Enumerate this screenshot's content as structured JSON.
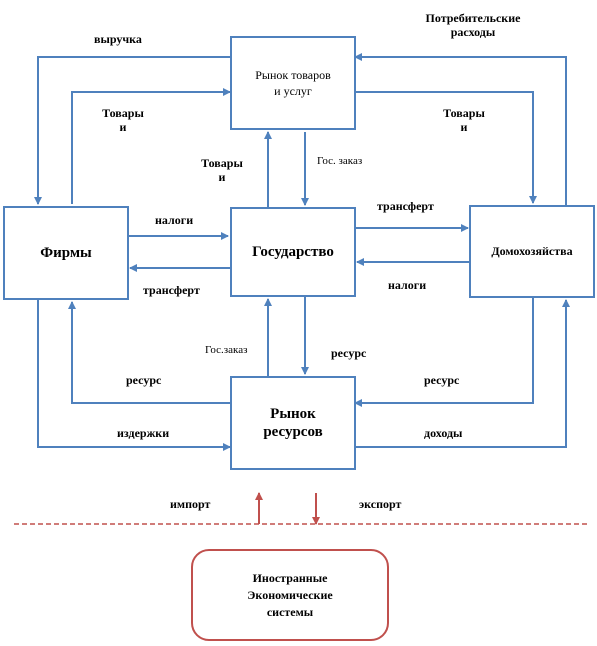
{
  "nodes": {
    "goods_market": "Рынок товаров и услуг",
    "firms": "Фирмы",
    "state": "Государство",
    "households": "Домохозяйства",
    "resource_market": "Рынок ресурсов",
    "foreign": "Иностранные Экономические системы"
  },
  "labels": {
    "revenue": "выручка",
    "consumer_spending": "Потребительские расходы",
    "goods_left": "Товары и",
    "goods_right": "Товары и",
    "goods_center": "Товары и",
    "gov_order_top": "Гос. заказ",
    "taxes_left": "налоги",
    "transfer_left": "трансферт",
    "transfer_right": "трансферт",
    "taxes_right": "налоги",
    "gov_order_bottom": "Гос.заказ",
    "resource_center": "ресурс",
    "resource_left": "ресурс",
    "resource_right": "ресурс",
    "costs": "издержки",
    "income": "доходы",
    "import": "импорт",
    "export": "экспорт"
  },
  "colors": {
    "box_border": "#4f81bd",
    "arrow": "#4f81bd",
    "foreign_border": "#c0504d",
    "border_line": "#c0504d"
  }
}
